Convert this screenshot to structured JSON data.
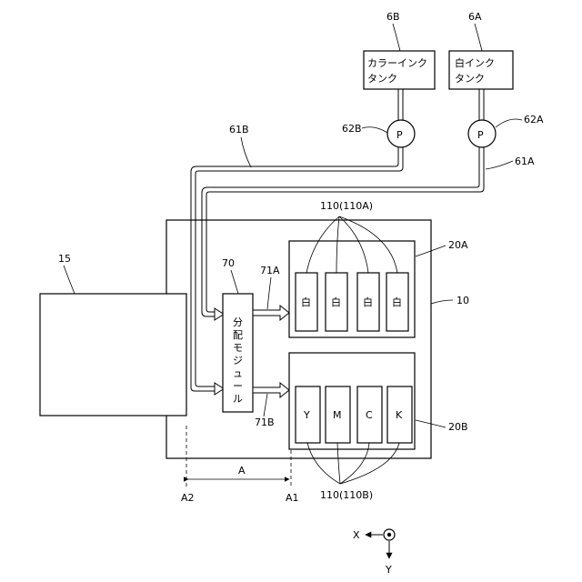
{
  "labels": {
    "ref_6b": "6B",
    "ref_6a": "6A",
    "color_tank_line1": "カラーインク",
    "color_tank_line2": "タンク",
    "white_tank_line1": "白インク",
    "white_tank_line2": "タンク",
    "pump_symbol_b": "P",
    "pump_symbol_a": "P",
    "ref_62b": "62B",
    "ref_62a": "62A",
    "ref_61b": "61B",
    "ref_61a": "61A",
    "ref_110_top": "110(110A)",
    "ref_110_bottom": "110(110B)",
    "ref_15": "15",
    "ref_70": "70",
    "ref_71a": "71A",
    "ref_71b": "71B",
    "ref_20a": "20A",
    "ref_20b": "20B",
    "ref_10": "10",
    "module_text": [
      "分",
      "配",
      "モ",
      "ジ",
      "ュ",
      "ー",
      "ル"
    ],
    "white_heads": [
      "白",
      "白",
      "白",
      "白"
    ],
    "color_heads": [
      "Y",
      "M",
      "C",
      "K"
    ],
    "dim_a": "A",
    "dim_a1": "A1",
    "dim_a2": "A2",
    "axis_x": "X",
    "axis_y": "Y"
  }
}
